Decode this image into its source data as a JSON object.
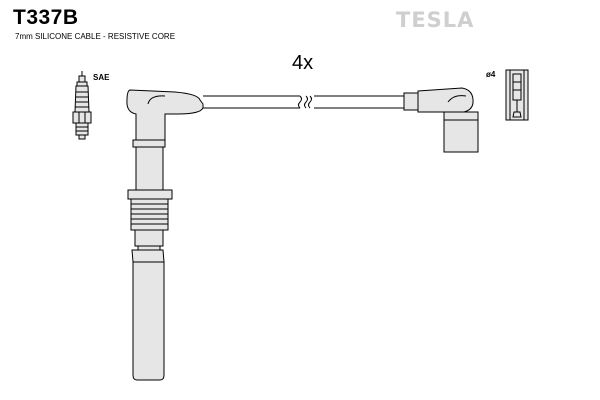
{
  "header": {
    "part_code": "T337B",
    "cable_spec": "7mm SILICONE CABLE - RESISTIVE CORE",
    "brand": "TESLA"
  },
  "diagram": {
    "quantity_label": "4x",
    "plug_standard": "SAE",
    "terminal_size": "ø4"
  },
  "colors": {
    "line": "#000000",
    "fill": "#e6e6e6",
    "logo": "#cfcfcf"
  }
}
